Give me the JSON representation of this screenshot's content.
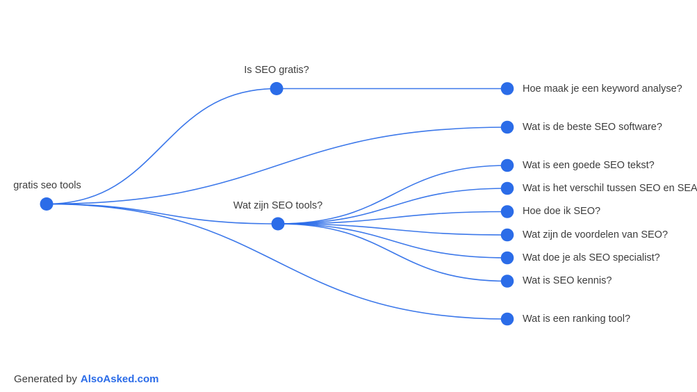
{
  "mindmap": {
    "root": {
      "label": "gratis seo tools"
    },
    "branches": [
      {
        "label": "Is SEO gratis?",
        "parent": "gratis seo tools"
      },
      {
        "label": "Wat zijn SEO tools?",
        "parent": "gratis seo tools"
      }
    ],
    "leaves": [
      {
        "label": "Hoe maak je een keyword analyse?",
        "parent": "Is SEO gratis?"
      },
      {
        "label": "Wat is de beste SEO software?",
        "parent": "gratis seo tools"
      },
      {
        "label": "Wat is een goede SEO tekst?",
        "parent": "Wat zijn SEO tools?"
      },
      {
        "label": "Wat is het verschil tussen SEO en SEA?",
        "parent": "Wat zijn SEO tools?"
      },
      {
        "label": "Hoe doe ik SEO?",
        "parent": "Wat zijn SEO tools?"
      },
      {
        "label": "Wat zijn de voordelen van SEO?",
        "parent": "Wat zijn SEO tools?"
      },
      {
        "label": "Wat doe je als SEO specialist?",
        "parent": "Wat zijn SEO tools?"
      },
      {
        "label": "Wat is SEO kennis?",
        "parent": "Wat zijn SEO tools?"
      },
      {
        "label": "Wat is een ranking tool?",
        "parent": "gratis seo tools"
      }
    ]
  },
  "footer": {
    "generated_by_text": "Generated by",
    "brand_link": "AlsoAsked.com"
  },
  "colors": {
    "accent_blue": "#2b6ce8",
    "label_text": "#3c3c3c",
    "background": "#ffffff"
  }
}
